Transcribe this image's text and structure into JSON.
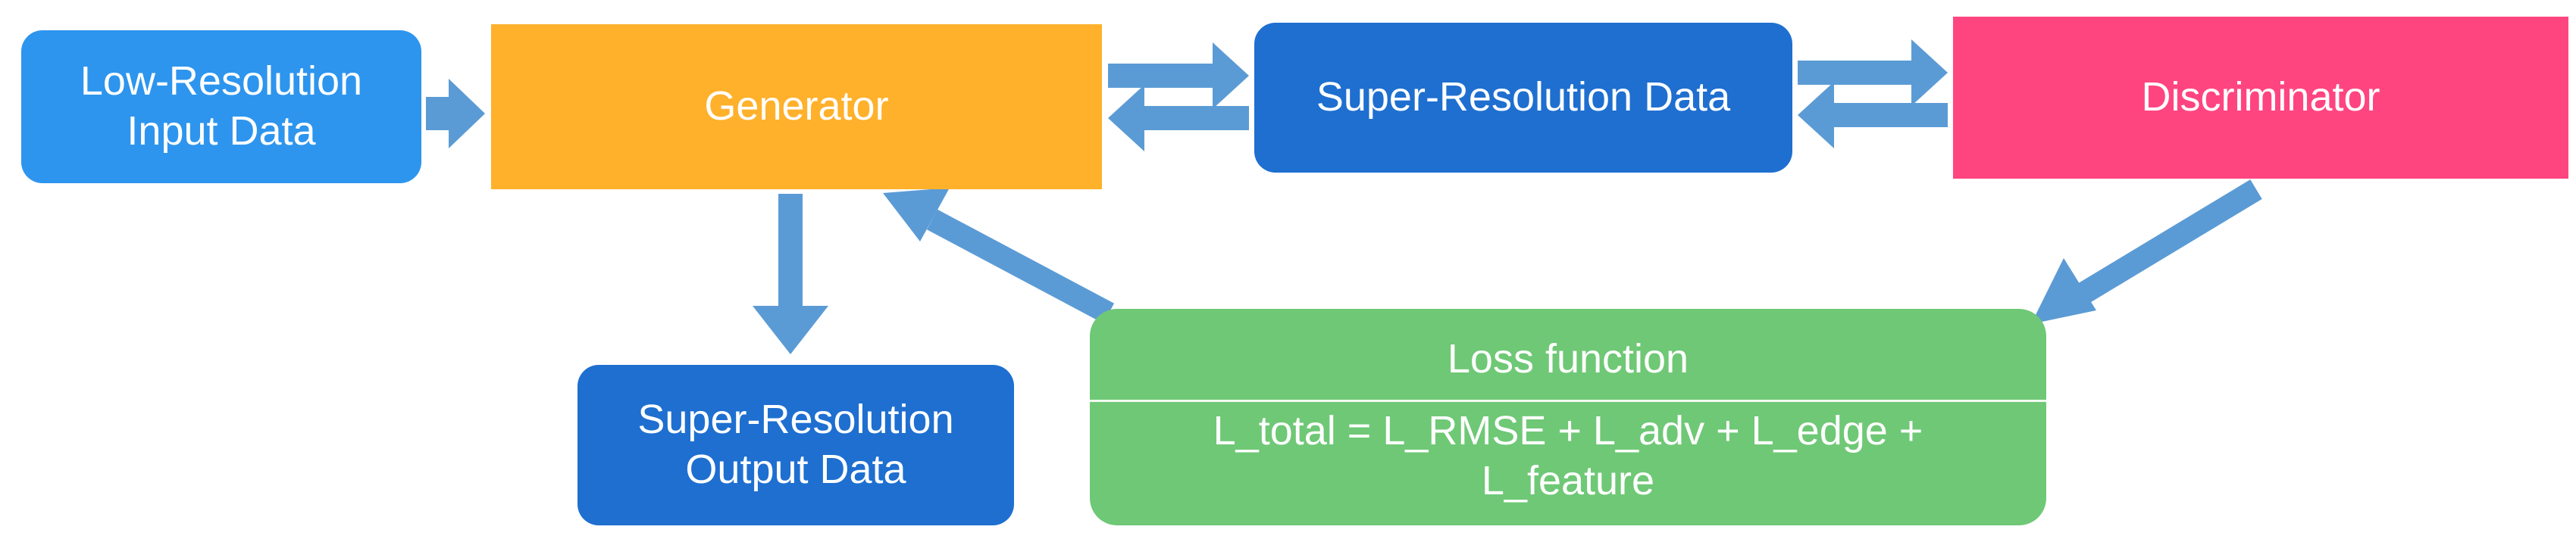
{
  "nodes": {
    "low_res_input": {
      "lines": [
        "Low-Resolution",
        "Input Data"
      ]
    },
    "generator": {
      "label": "Generator"
    },
    "super_res_data": {
      "label": "Super-Resolution Data"
    },
    "discriminator": {
      "label": "Discriminator"
    },
    "super_res_output": {
      "lines": [
        "Super-Resolution",
        "Output Data"
      ]
    },
    "loss_function": {
      "title": "Loss function",
      "formula_lines": [
        "L_total = L_RMSE + L_adv + L_edge +",
        "L_feature"
      ]
    }
  },
  "colors": {
    "low_res_input": "#2d95ee",
    "generator": "#ffb12b",
    "super_res_data": "#1e6fd0",
    "discriminator": "#ff4580",
    "super_res_output": "#1e6fd0",
    "loss_function": "#6fc876",
    "arrow": "#5b9bd5",
    "text": "#ffffff"
  },
  "edges": [
    {
      "from": "low_res_input",
      "to": "generator"
    },
    {
      "from": "generator",
      "to": "super_res_data"
    },
    {
      "from": "super_res_data",
      "to": "generator"
    },
    {
      "from": "super_res_data",
      "to": "discriminator"
    },
    {
      "from": "discriminator",
      "to": "super_res_data"
    },
    {
      "from": "generator",
      "to": "super_res_output"
    },
    {
      "from": "discriminator",
      "to": "loss_function"
    },
    {
      "from": "loss_function",
      "to": "generator"
    }
  ]
}
